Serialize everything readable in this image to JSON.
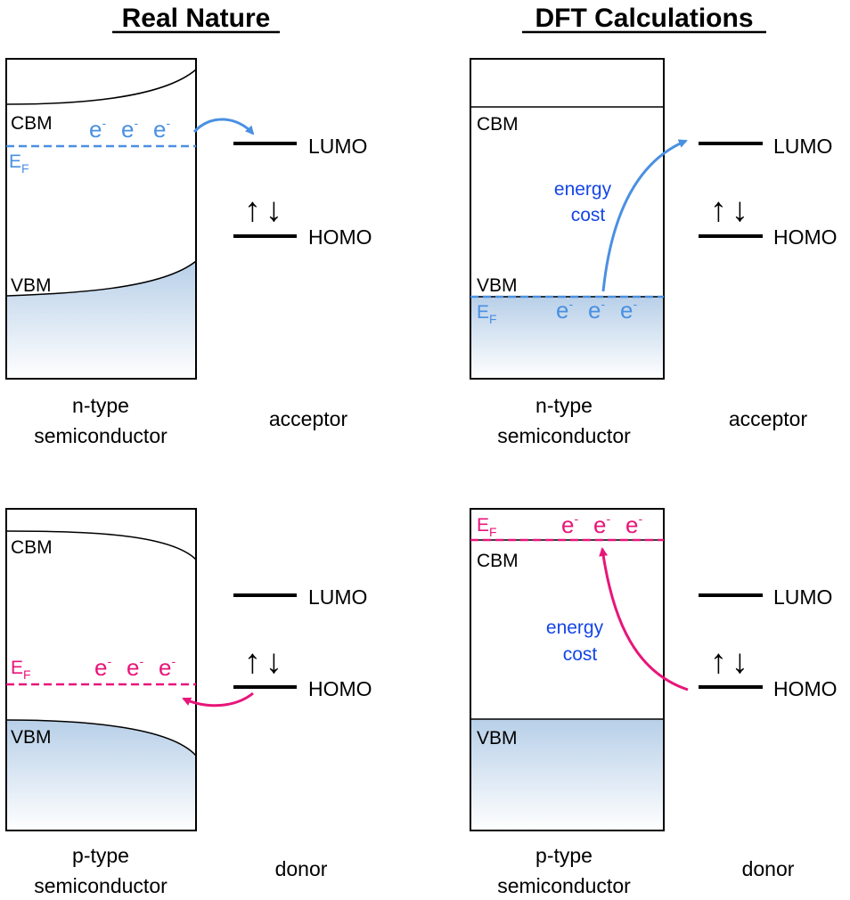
{
  "titles": {
    "left": "Real Nature",
    "right": "DFT Calculations"
  },
  "bands": {
    "cbm": "CBM",
    "vbm": "VBM",
    "ef_main": "E",
    "ef_sub": "F"
  },
  "electron": {
    "base": "e",
    "sup": "-"
  },
  "levels": {
    "lumo": "LUMO",
    "homo": "HOMO"
  },
  "spin_symbols": {
    "up": "↑",
    "down": "↓"
  },
  "annotation": {
    "line1": "energy",
    "line2": "cost"
  },
  "captions": {
    "n_type": {
      "line1": "n-type",
      "line2": "semiconductor"
    },
    "p_type": {
      "line1": "p-type",
      "line2": "semiconductor"
    },
    "acceptor": "acceptor",
    "donor": "donor"
  },
  "colors": {
    "n_fermi": "#4a90e2",
    "p_fermi": "#e8157a",
    "energy_cost_text": "#1446e6",
    "valence_fill_top": "#bdd3ea"
  }
}
